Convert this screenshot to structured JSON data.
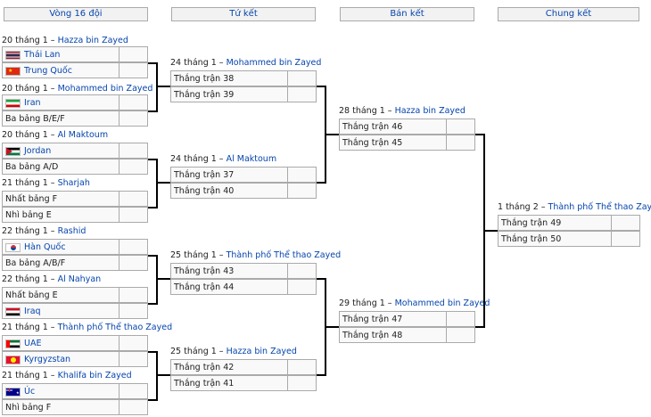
{
  "headers": {
    "r16": "Vòng 16 đội",
    "qf": "Tứ kết",
    "sf": "Bán kết",
    "final": "Chung kết"
  },
  "r16": [
    {
      "date": "20 tháng 1 – ",
      "venue": "Hazza bin Zayed",
      "team1": "Thái Lan",
      "flag1": "thailand-flag",
      "team2": "Trung Quốc",
      "flag2": "china-flag"
    },
    {
      "date": "20 tháng 1 – ",
      "venue": "Mohammed bin Zayed",
      "team1": "Iran",
      "flag1": "iran-flag",
      "team2": "Ba bảng B/E/F",
      "flag2": ""
    },
    {
      "date": "20 tháng 1 – ",
      "venue": "Al Maktoum",
      "team1": "Jordan",
      "flag1": "jordan-flag",
      "team2": "Ba bảng A/D",
      "flag2": ""
    },
    {
      "date": "21 tháng 1 – ",
      "venue": "Sharjah",
      "team1": "Nhất bảng F",
      "flag1": "",
      "team2": "Nhì bảng E",
      "flag2": ""
    },
    {
      "date": "22 tháng 1 – ",
      "venue": "Rashid",
      "team1": "Hàn Quốc",
      "flag1": "korea-flag",
      "team2": "Ba bảng A/B/F",
      "flag2": ""
    },
    {
      "date": "22 tháng 1 – ",
      "venue": "Al Nahyan",
      "team1": "Nhất bảng E",
      "flag1": "",
      "team2": "Iraq",
      "flag2": "iraq-flag"
    },
    {
      "date": "21 tháng 1 – ",
      "venue": "Thành phố Thể thao Zayed",
      "team1": "UAE",
      "flag1": "uae-flag",
      "team2": "Kyrgyzstan",
      "flag2": "kyrgyzstan-flag"
    },
    {
      "date": "21 tháng 1 – ",
      "venue": "Khalifa bin Zayed",
      "team1": "Úc",
      "flag1": "australia-flag",
      "team2": "Nhì bảng F",
      "flag2": ""
    }
  ],
  "qf": [
    {
      "date": "24 tháng 1 – ",
      "venue": "Mohammed bin Zayed",
      "team1": "Thắng trận 38",
      "team2": "Thắng trận 39"
    },
    {
      "date": "24 tháng 1 – ",
      "venue": "Al Maktoum",
      "team1": "Thắng trận 37",
      "team2": "Thắng trận 40"
    },
    {
      "date": "25 tháng 1 – ",
      "venue": "Thành phố Thể thao Zayed",
      "team1": "Thắng trận 43",
      "team2": "Thắng trận 44"
    },
    {
      "date": "25 tháng 1 – ",
      "venue": "Hazza bin Zayed",
      "team1": "Thắng trận 42",
      "team2": "Thắng trận 41"
    }
  ],
  "sf": [
    {
      "date": "28 tháng 1 – ",
      "venue": "Hazza bin Zayed",
      "team1": "Thắng trận 46",
      "team2": "Thắng trận 45"
    },
    {
      "date": "29 tháng 1 – ",
      "venue": "Mohammed bin Zayed",
      "team1": "Thắng trận 47",
      "team2": "Thắng trận 48"
    }
  ],
  "final": [
    {
      "date": "1 tháng 2 – ",
      "venue": "Thành phố Thể thao Zayed",
      "team1": "Thắng trận 49",
      "team2": "Thắng trận 50"
    }
  ]
}
